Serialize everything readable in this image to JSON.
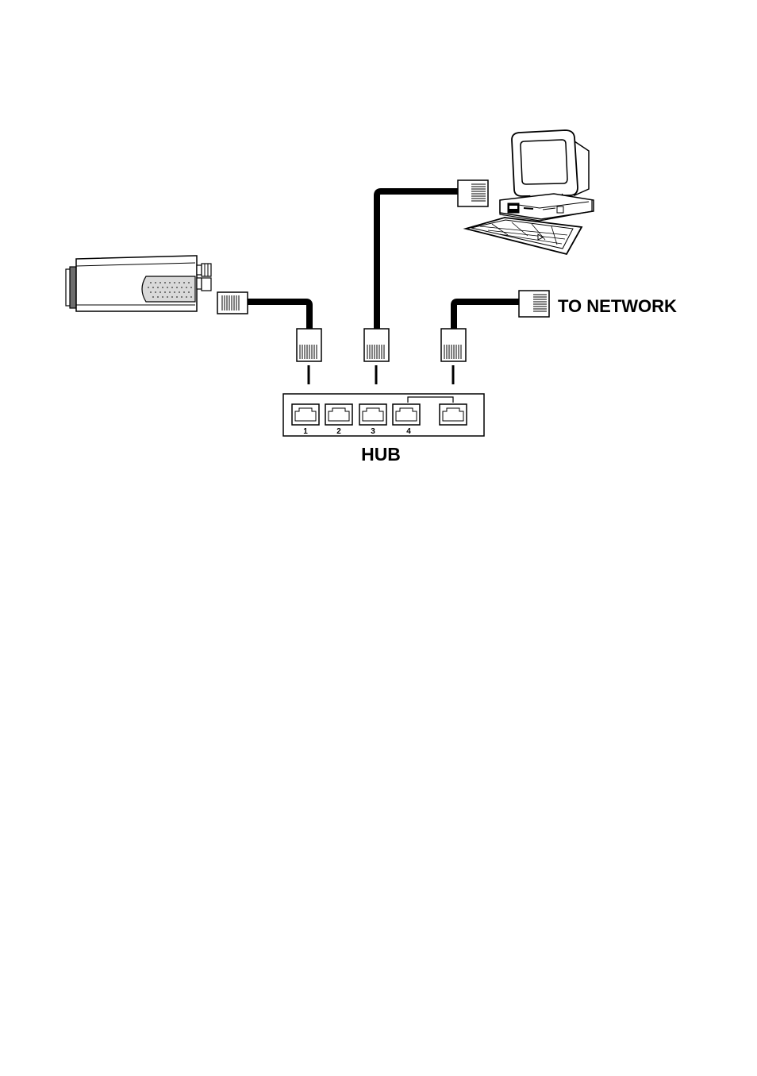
{
  "labels": {
    "network": "TO NETWORK",
    "hub": "HUB"
  },
  "hub": {
    "ports": [
      "1",
      "2",
      "3",
      "4"
    ]
  },
  "colors": {
    "line": "#000000",
    "background": "#ffffff"
  },
  "icons": {
    "camera": "ip-camera-icon",
    "computer": "desktop-computer-icon",
    "connector": "rj45-plug-icon",
    "hub": "network-hub-icon"
  }
}
